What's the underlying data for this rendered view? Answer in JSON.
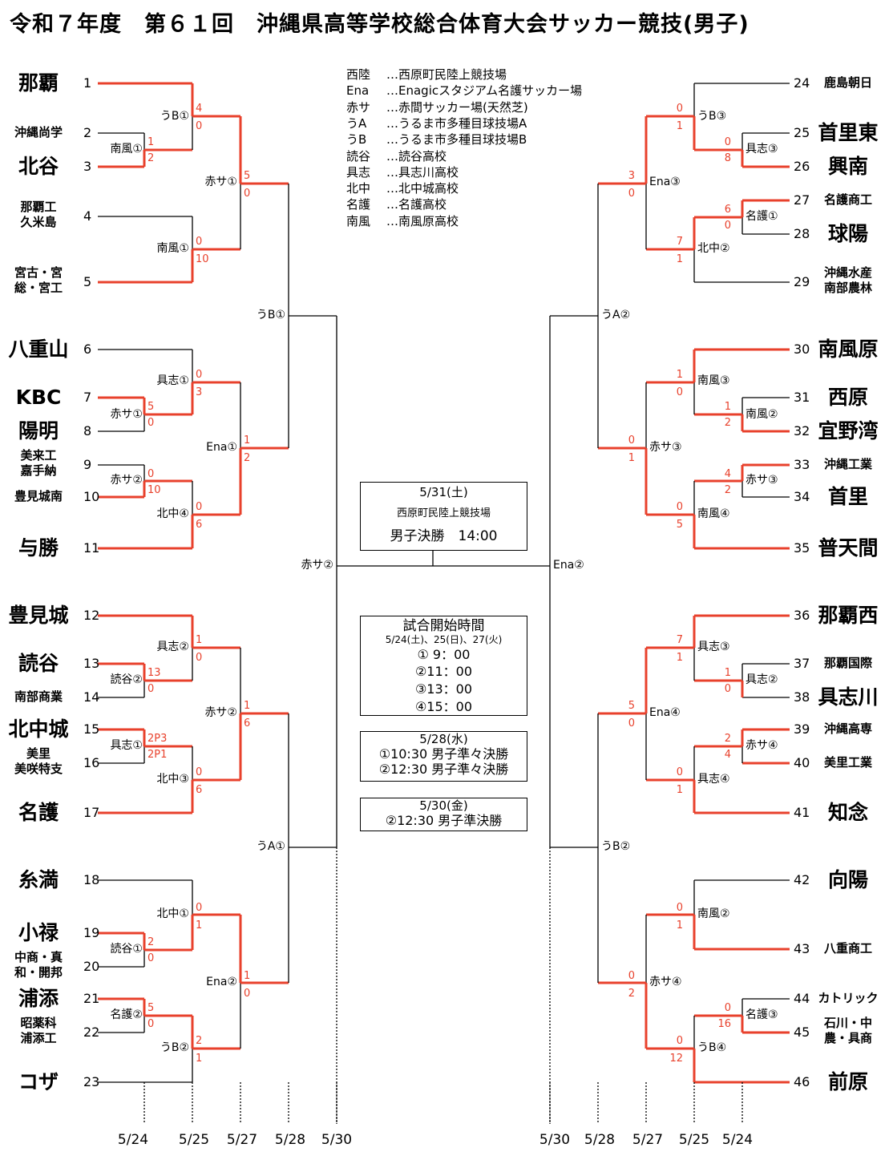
{
  "title": "令和７年度　第６１回　沖縄県高等学校総合体育大会サッカー競技(男子)",
  "colors": {
    "winner": "#e8412c",
    "line": "#000000"
  },
  "legend": [
    {
      "code": "西陸",
      "desc": "…西原町民陸上競技場"
    },
    {
      "code": "Ena",
      "desc": "…Enagicスタジアム名護サッカー場"
    },
    {
      "code": "赤サ",
      "desc": "…赤間サッカー場(天然芝)"
    },
    {
      "code": "うA",
      "desc": "…うるま市多種目球技場A"
    },
    {
      "code": "うB",
      "desc": "…うるま市多種目球技場B"
    },
    {
      "code": "読谷",
      "desc": "…読谷高校"
    },
    {
      "code": "具志",
      "desc": "…具志川高校"
    },
    {
      "code": "北中",
      "desc": "…北中城高校"
    },
    {
      "code": "名護",
      "desc": "…名護高校"
    },
    {
      "code": "南風",
      "desc": "…南風原高校"
    }
  ],
  "teams": [
    {
      "no": "1",
      "name": [
        "那覇"
      ]
    },
    {
      "no": "2",
      "name": [
        "沖縄尚学"
      ]
    },
    {
      "no": "3",
      "name": [
        "北谷"
      ]
    },
    {
      "no": "4",
      "name": [
        "那覇工",
        "久米島"
      ]
    },
    {
      "no": "5",
      "name": [
        "宮古・宮",
        "総・宮工"
      ]
    },
    {
      "no": "6",
      "name": [
        "八重山"
      ]
    },
    {
      "no": "7",
      "name": [
        "KBC"
      ]
    },
    {
      "no": "8",
      "name": [
        "陽明"
      ]
    },
    {
      "no": "9",
      "name": [
        "美来工",
        "嘉手納"
      ]
    },
    {
      "no": "10",
      "name": [
        "豊見城南"
      ]
    },
    {
      "no": "11",
      "name": [
        "与勝"
      ]
    },
    {
      "no": "12",
      "name": [
        "豊見城"
      ]
    },
    {
      "no": "13",
      "name": [
        "読谷"
      ]
    },
    {
      "no": "14",
      "name": [
        "南部商業"
      ]
    },
    {
      "no": "15",
      "name": [
        "北中城"
      ]
    },
    {
      "no": "16",
      "name": [
        "美里",
        "美咲特支"
      ]
    },
    {
      "no": "17",
      "name": [
        "名護"
      ]
    },
    {
      "no": "18",
      "name": [
        "糸満"
      ]
    },
    {
      "no": "19",
      "name": [
        "小禄"
      ]
    },
    {
      "no": "20",
      "name": [
        "中商・真",
        "和・開邦"
      ]
    },
    {
      "no": "21",
      "name": [
        "浦添"
      ]
    },
    {
      "no": "22",
      "name": [
        "昭薬科",
        "浦添工"
      ]
    },
    {
      "no": "23",
      "name": [
        "コザ"
      ]
    },
    {
      "no": "24",
      "name": [
        "鹿島朝日"
      ]
    },
    {
      "no": "25",
      "name": [
        "首里東"
      ]
    },
    {
      "no": "26",
      "name": [
        "興南"
      ]
    },
    {
      "no": "27",
      "name": [
        "名護商工"
      ]
    },
    {
      "no": "28",
      "name": [
        "球陽"
      ]
    },
    {
      "no": "29",
      "name": [
        "沖縄水産",
        "南部農林"
      ]
    },
    {
      "no": "30",
      "name": [
        "南風原"
      ]
    },
    {
      "no": "31",
      "name": [
        "西原"
      ]
    },
    {
      "no": "32",
      "name": [
        "宜野湾"
      ]
    },
    {
      "no": "33",
      "name": [
        "沖縄工業"
      ]
    },
    {
      "no": "34",
      "name": [
        "首里"
      ]
    },
    {
      "no": "35",
      "name": [
        "普天間"
      ]
    },
    {
      "no": "36",
      "name": [
        "那覇西"
      ]
    },
    {
      "no": "37",
      "name": [
        "那覇国際"
      ]
    },
    {
      "no": "38",
      "name": [
        "具志川"
      ]
    },
    {
      "no": "39",
      "name": [
        "沖縄高専"
      ]
    },
    {
      "no": "40",
      "name": [
        "美里工業"
      ]
    },
    {
      "no": "41",
      "name": [
        "知念"
      ]
    },
    {
      "no": "42",
      "name": [
        "向陽"
      ]
    },
    {
      "no": "43",
      "name": [
        "八重商工"
      ]
    },
    {
      "no": "44",
      "name": [
        "カトリック"
      ]
    },
    {
      "no": "45",
      "name": [
        "石川・中",
        "農・具商"
      ]
    },
    {
      "no": "46",
      "name": [
        "前原"
      ]
    }
  ],
  "venues": [
    "うB①",
    "南風①",
    "南風①",
    "赤サ①",
    "具志①",
    "赤サ①",
    "赤サ②",
    "北中④",
    "Ena①",
    "具志②",
    "読谷②",
    "具志①",
    "北中③",
    "赤サ②",
    "北中①",
    "読谷①",
    "名護②",
    "うB②",
    "Ena②",
    "うB①",
    "うA①",
    "赤サ②",
    "うB③",
    "具志③",
    "名護①",
    "北中②",
    "Ena③",
    "南風③",
    "南風②",
    "赤サ③",
    "南風④",
    "赤サ③",
    "具志③",
    "具志②",
    "赤サ④",
    "具志④",
    "Ena④",
    "南風②",
    "名護③",
    "うB④",
    "赤サ④",
    "うA②",
    "うB②",
    "Ena②"
  ],
  "scores": [
    "4",
    "0",
    "1",
    "2",
    "0",
    "10",
    "5",
    "0",
    "0",
    "3",
    "5",
    "0",
    "0",
    "10",
    "0",
    "6",
    "1",
    "2",
    "1",
    "0",
    "13",
    "0",
    "2P3",
    "2P1",
    "0",
    "6",
    "1",
    "6",
    "0",
    "1",
    "2",
    "0",
    "5",
    "0",
    "2",
    "1",
    "1",
    "0",
    "0",
    "1",
    "0",
    "8",
    "6",
    "0",
    "7",
    "1",
    "3",
    "0",
    "1",
    "0",
    "1",
    "2",
    "4",
    "2",
    "0",
    "5",
    "0",
    "1",
    "7",
    "1",
    "1",
    "0",
    "2",
    "4",
    "0",
    "1",
    "5",
    "0",
    "0",
    "1",
    "0",
    "16",
    "0",
    "12",
    "0",
    "2"
  ],
  "dates": [
    "5/24",
    "5/25",
    "5/27",
    "5/28",
    "5/30",
    "5/30",
    "5/28",
    "5/27",
    "5/25",
    "5/24"
  ],
  "final_box": {
    "date": "5/31(土)",
    "venue": "西原町民陸上競技場",
    "match": "男子決勝　14:00"
  },
  "time_box": {
    "title": "試合開始時間",
    "days": "5/24(土)、25(日)、27(火)",
    "slots": [
      "① 9：00",
      "②11：00",
      "③13：00",
      "④15：00"
    ]
  },
  "qf_box": {
    "date": "5/28(水)",
    "lines": [
      "①10:30 男子準々決勝",
      "②12:30 男子準々決勝"
    ]
  },
  "sf_box": {
    "date": "5/30(金)",
    "lines": [
      "②12:30 男子準決勝"
    ]
  }
}
